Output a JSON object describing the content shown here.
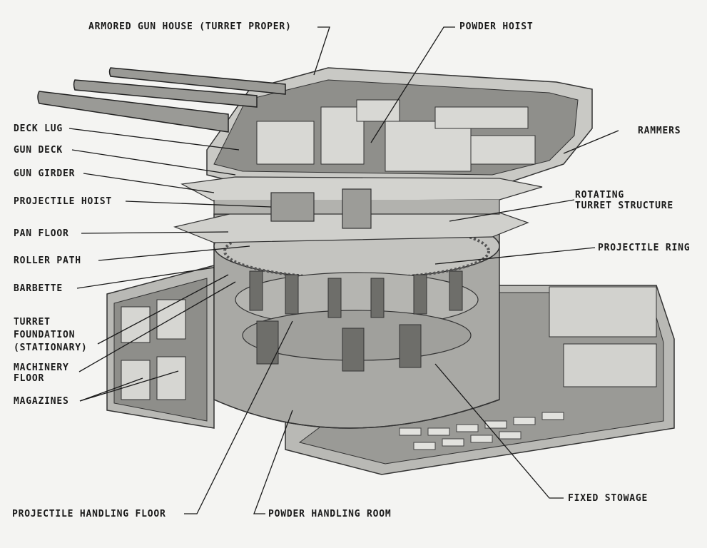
{
  "diagram": {
    "labels": {
      "armored_gun_house": "ARMORED GUN HOUSE (TURRET PROPER)",
      "powder_hoist": "POWDER HOIST",
      "deck_lug": "DECK LUG",
      "gun_deck": "GUN DECK",
      "gun_girder": "GUN GIRDER",
      "projectile_hoist": "PROJECTILE HOIST",
      "pan_floor": "PAN FLOOR",
      "roller_path": "ROLLER PATH",
      "barbette": "BARBETTE",
      "turret_foundation": [
        "TURRET",
        "FOUNDATION",
        "(STATIONARY)"
      ],
      "machinery_floor": [
        "MACHINERY",
        "FLOOR"
      ],
      "magazines": "MAGAZINES",
      "rammers": "RAMMERS",
      "rotating_turret_structure": [
        "ROTATING",
        "TURRET STRUCTURE"
      ],
      "projectile_ring": "PROJECTILE RING",
      "fixed_stowage": "FIXED STOWAGE",
      "projectile_handling_floor": "PROJECTILE HANDLING FLOOR",
      "powder_handling_room": "POWDER HANDLING ROOM"
    },
    "colors": {
      "ink": "#1a1a1a",
      "steel_light": "#cfcfcb",
      "steel_mid": "#a9a9a5",
      "steel_dark": "#6e6e6a"
    }
  }
}
